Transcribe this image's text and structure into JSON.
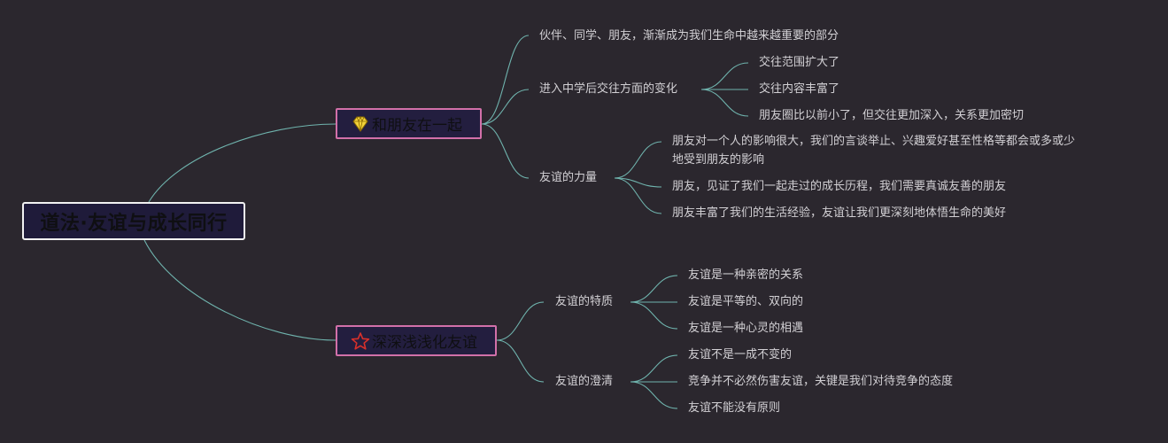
{
  "map": {
    "root": "道法·友谊与成长同行",
    "branches": [
      {
        "label": "和朋友在一起",
        "icon": "diamond-icon",
        "topics": [
          {
            "label": "伙伴、同学、朋友，渐渐成为我们生命中越来越重要的部分"
          },
          {
            "label": "进入中学后交往方面的变化",
            "items": [
              "交往范围扩大了",
              "交往内容丰富了",
              "朋友圈比以前小了，但交往更加深入，关系更加密切"
            ]
          },
          {
            "label": "友谊的力量",
            "items": [
              "朋友对一个人的影响很大，我们的言谈举止、兴趣爱好甚至性格等都会或多或少",
              "朋友，见证了我们一起走过的成长历程，我们需要真诚友善的朋友",
              "朋友丰富了我们的生活经验，友谊让我们更深刻地体悟生命的美好"
            ],
            "wrap": "地受到朋友的影响"
          }
        ]
      },
      {
        "label": "深深浅浅化友谊",
        "icon": "star-icon",
        "topics": [
          {
            "label": "友谊的特质",
            "items": [
              "友谊是一种亲密的关系",
              "友谊是平等的、双向的",
              "友谊是一种心灵的相遇"
            ]
          },
          {
            "label": "友谊的澄清",
            "items": [
              "友谊不是一成不变的",
              "竞争并不必然伤害友谊，关键是我们对待竞争的态度",
              "友谊不能没有原则"
            ]
          }
        ]
      }
    ]
  },
  "colors": {
    "background": "#2b272e",
    "line": "#6fb3ad",
    "branch_border": "#d270a9",
    "root_border": "#f2f2f2",
    "diamond": "#f2d23a",
    "star": "#d9302a"
  }
}
